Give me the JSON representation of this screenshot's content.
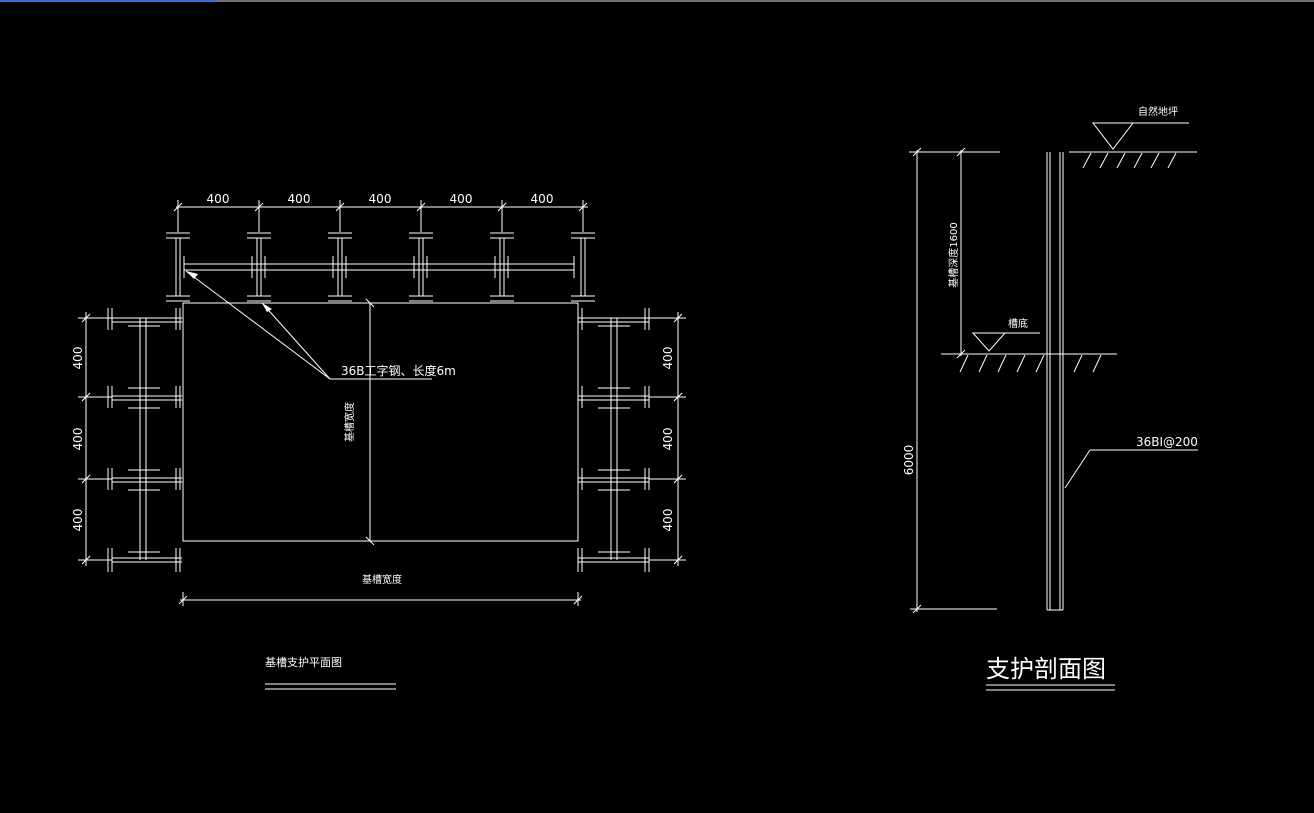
{
  "plan_view": {
    "dimensions": {
      "top_spacings": [
        "400",
        "400",
        "400",
        "400",
        "400"
      ],
      "left_spacings": [
        "400",
        "400",
        "400"
      ],
      "right_spacings": [
        "400",
        "400",
        "400"
      ]
    },
    "steel_label": "36B工字钢、长度6m",
    "pit_depth_label": "基槽宽度",
    "pit_width_label": "基槽宽度",
    "title": "基槽支护平面图"
  },
  "section_view": {
    "ground_label": "自然地坪",
    "bottom_label": "槽底",
    "excavation_depth_label": "基槽深度1600",
    "total_length_label": "6000",
    "pile_label": "36BI@200",
    "title": "支护剖面图"
  },
  "colors": {
    "background": "#000000",
    "lines": "#ffffff",
    "leader": "#ffffff",
    "topbar": "#6e6e6e",
    "topbar_accent": "#3b6fd4"
  }
}
